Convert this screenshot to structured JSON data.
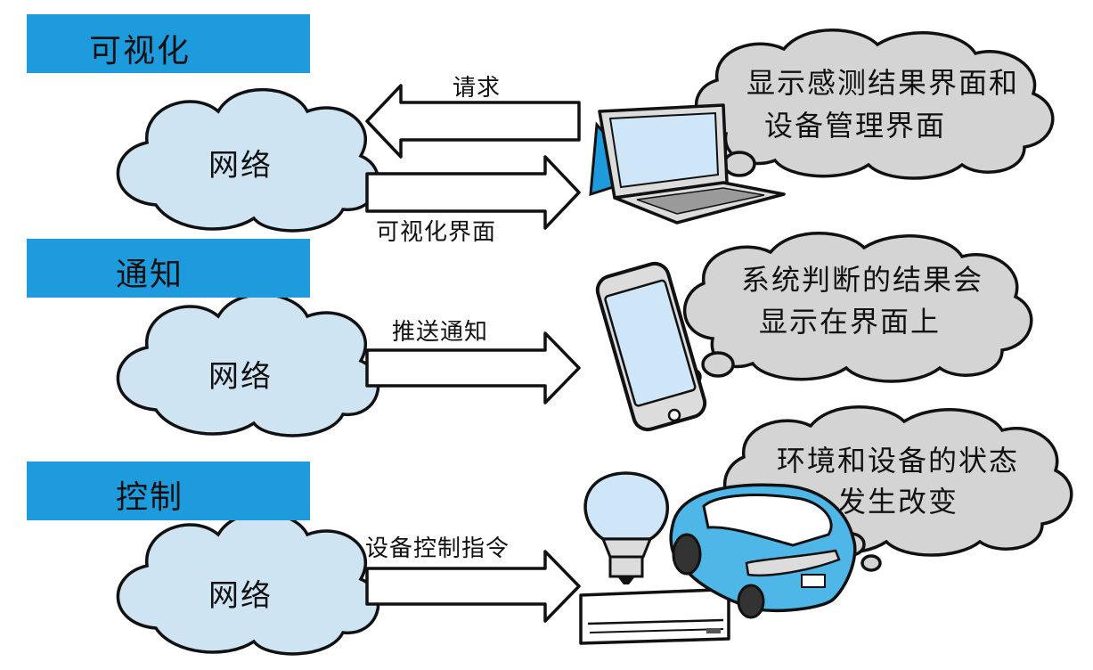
{
  "sections": [
    {
      "title": "可视化",
      "cloud": "网络",
      "arrows": [
        {
          "label": "请求"
        },
        {
          "label": "可视化界面"
        }
      ],
      "bubble": [
        "显示感测结果界面和",
        "设备管理界面"
      ]
    },
    {
      "title": "通知",
      "cloud": "网络",
      "arrows": [
        {
          "label": "推送通知"
        }
      ],
      "bubble": [
        "系统判断的结果会",
        "显示在界面上"
      ]
    },
    {
      "title": "控制",
      "cloud": "网络",
      "arrows": [
        {
          "label": "设备控制指令"
        }
      ],
      "bubble": [
        "环境和设备的状态",
        "发生改变"
      ]
    }
  ],
  "colors": {
    "banner": "#1e9bdc",
    "cloud": "#cfe4f3",
    "bubble": "#d4d4d4",
    "screen": "#cfe6f8",
    "device": "#dcdcdc",
    "car": "#4fb6e8",
    "bulb": "#cfe6f8"
  },
  "icons": [
    "laptop-icon",
    "smartphone-icon",
    "light-bulb-icon",
    "car-icon",
    "air-conditioner-icon"
  ]
}
